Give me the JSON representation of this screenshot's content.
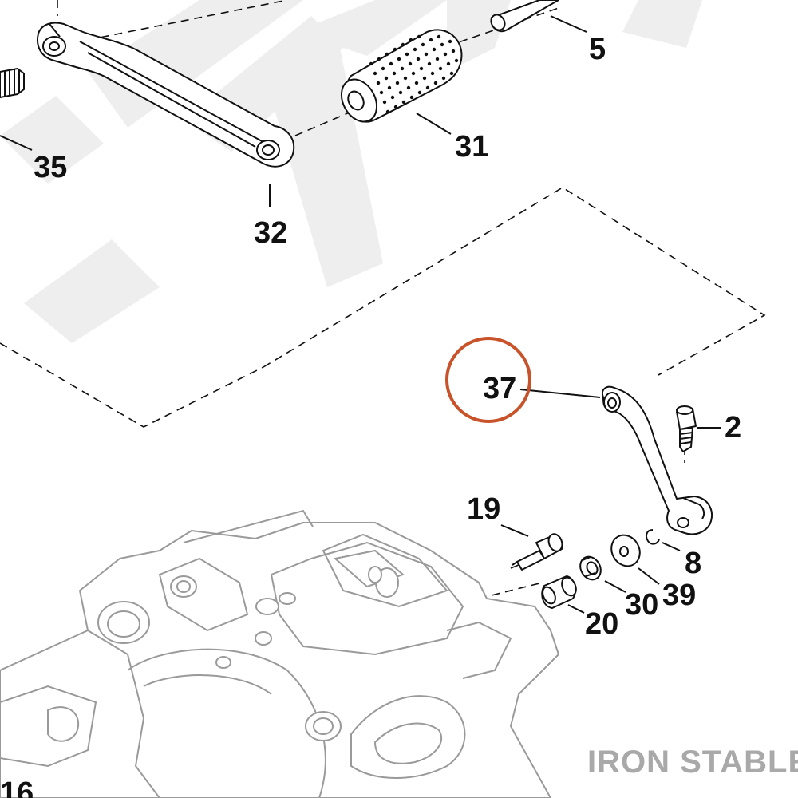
{
  "diagram": {
    "callouts": {
      "c5": "5",
      "c31": "31",
      "c35": "35",
      "c32": "32",
      "c37": "37",
      "c2": "2",
      "c19": "19",
      "c8": "8",
      "c30": "30",
      "c39": "39",
      "c20": "20",
      "c16": "16"
    },
    "watermark": "IRON STABLE",
    "highlight_color": "#c8532a",
    "line_color": "#111111",
    "ghost_color": "#9a9a9a"
  }
}
